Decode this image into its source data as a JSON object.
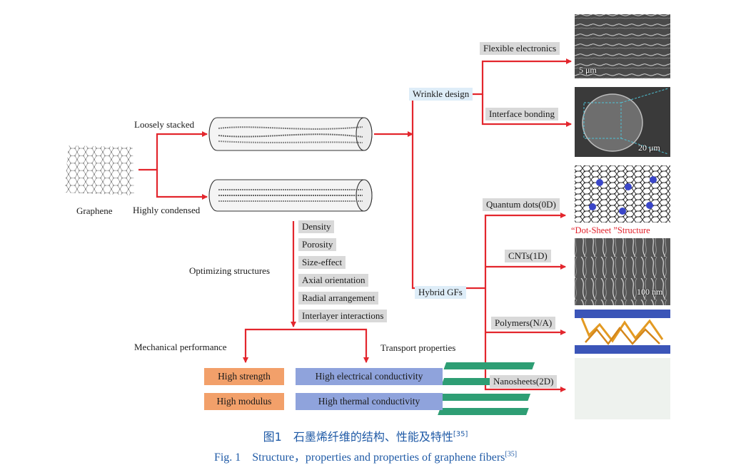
{
  "graphene_label": "Graphene",
  "loosely_stacked": "Loosely stacked",
  "highly_condensed": "Highly condensed",
  "optimizing_structures": "Optimizing structures",
  "structure_factors": [
    "Density",
    "Porosity",
    "Size-effect",
    "Axial orientation",
    "Radial arrangement",
    "Interlayer interactions"
  ],
  "wrinkle_design": "Wrinkle design",
  "flexible_electronics": "Flexible electronics",
  "interface_bonding": "Interface bonding",
  "hybrid_gfs": "Hybrid GFs",
  "hybrids": [
    "Quantum dots(0D)",
    "CNTs(1D)",
    "Polymers(N/A)",
    "Nanosheets(2D)"
  ],
  "dot_sheet_structure": "“Dot-Sheet ”Structure",
  "scale_bars": {
    "flexible": "5 μm",
    "interface": "20 μm",
    "cnt": "100 nm"
  },
  "mechanical_performance": "Mechanical performance",
  "transport_properties": "Transport properties",
  "high_strength": "High strength",
  "high_modulus": "High modulus",
  "high_electrical": "High electrical conductivity",
  "high_thermal": "High thermal conductivity",
  "caption_zh": "图1　石墨烯纤维的结构、性能及特性",
  "caption_en": "Fig. 1　Structure，properties and properties of graphene fibers",
  "citation": "[35]",
  "colors": {
    "arrow": "#e3262d",
    "orange_box": "#f2a06a",
    "blue_box": "#8fa3dc",
    "gray_box": "#d9d9d9",
    "caption": "#1f5aa6"
  }
}
